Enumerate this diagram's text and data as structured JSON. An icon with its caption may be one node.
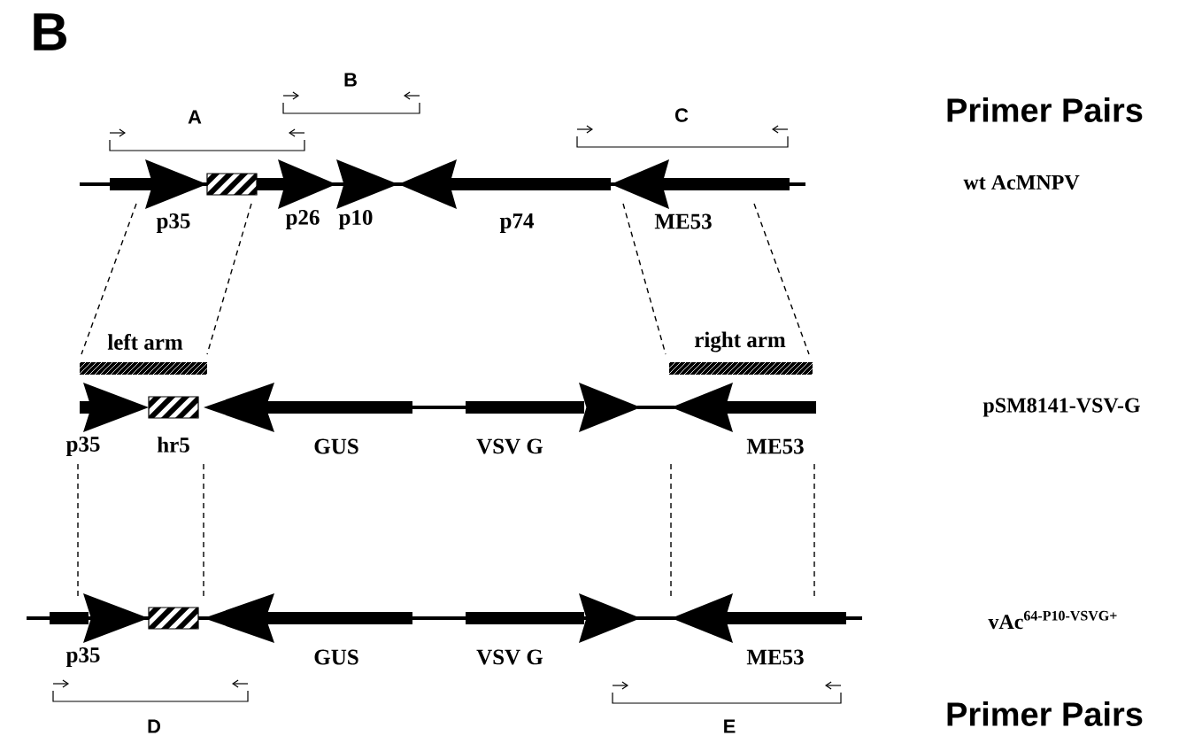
{
  "diagram": {
    "labels": [
      "B",
      "B",
      "A",
      "C",
      "Primer Pairs",
      "wt AcMNPV",
      "p35",
      "p26",
      "p10",
      "p74",
      "ME53",
      "left arm",
      "right arm",
      "pSM8141-VSV-G",
      "p35",
      "hr5",
      "GUS",
      "VSV G",
      "ME53",
      "\\text{\\bfseries vAc}^{\\text{\\bfseries 64-P10-VSVG+}}",
      "p35",
      "GUS",
      "VSV G",
      "ME53",
      "D",
      "E",
      "Primer Pairs"
    ]
  }
}
